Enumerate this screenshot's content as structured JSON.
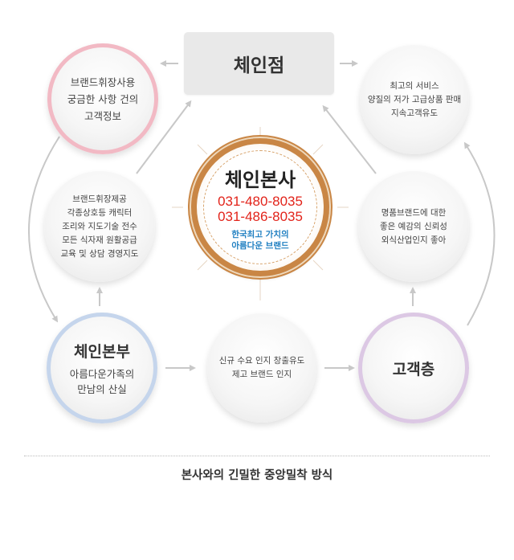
{
  "chain_store": {
    "title": "체인점"
  },
  "brand_usage": {
    "lines": [
      "브랜드휘장사용",
      "궁금한 사항 건의",
      "고객정보"
    ]
  },
  "service": {
    "lines": [
      "최고의 서비스",
      "양질의 저가 고급상품 판매",
      "지속고객유도"
    ]
  },
  "support": {
    "lines": [
      "브랜드휘장제공",
      "각종상호등 캐릭터",
      "조리와 지도기술 전수",
      "모든 식자재 원활공급",
      "교육 및 상담 경영지도"
    ]
  },
  "headquarters": {
    "title": "체인본사",
    "phones": [
      "031-480-8035",
      "031-486-8035"
    ],
    "slogan": [
      "한국최고 가치의",
      "아름다운 브랜드"
    ]
  },
  "trust": {
    "lines": [
      "명품브랜드에 대한",
      "좋은 예감의 신뢰성",
      "외식산업인지 좋아"
    ]
  },
  "chain_division": {
    "title": "체인본부",
    "lines": [
      "아름다운가족의",
      "만남의 산실"
    ]
  },
  "recognition": {
    "lines": [
      "신규 수요 인지 창출유도",
      "제고 브랜드 인지"
    ]
  },
  "customers": {
    "title": "고객층"
  },
  "caption": "본사와의 긴밀한 중앙밀착 방식",
  "colors": {
    "arrow": "#c8c8c8",
    "ring_pink": "#f2b9c4",
    "ring_blue": "#c5d5ec",
    "ring_purple": "#dcc8e4",
    "hq_gold": "#c98645",
    "phone_red": "#e2231a",
    "slogan_blue": "#1f7fc1"
  }
}
